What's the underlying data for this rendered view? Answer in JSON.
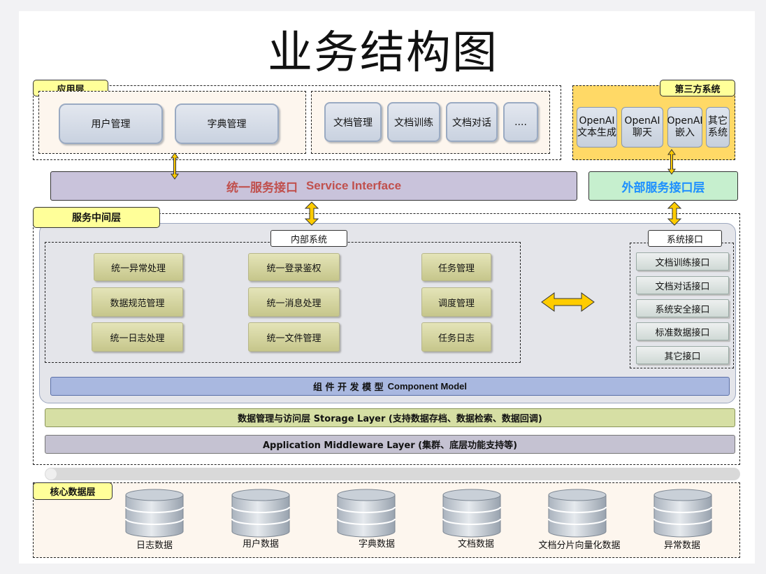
{
  "title": "业务结构图",
  "app_layer": {
    "tag": "应用层",
    "left_items": [
      "用户管理",
      "字典管理"
    ],
    "right_items": [
      "文档管理",
      "文档训练",
      "文档对话",
      "...."
    ]
  },
  "third_party": {
    "tag": "第三方系统",
    "items": [
      {
        "line1": "OpenAI",
        "line2": "文本生成"
      },
      {
        "line1": "OpenAI",
        "line2": "聊天"
      },
      {
        "line1": "OpenAI",
        "line2": "嵌入"
      },
      {
        "line1": "其它",
        "line2": "系统"
      }
    ]
  },
  "service_interface": {
    "cn": "统一服务接口",
    "en": "Service Interface"
  },
  "external_interface": "外部服务接口层",
  "middle_layer": {
    "tag": "服务中间层",
    "internal_label": "内部系统",
    "internal_items": [
      [
        "统一异常处理",
        "统一登录鉴权",
        "任务管理"
      ],
      [
        "数据规范管理",
        "统一消息处理",
        "调度管理"
      ],
      [
        "统一日志处理",
        "统一文件管理",
        "任务日志"
      ]
    ],
    "system_interface_label": "系统接口",
    "interfaces": [
      "文档训练接口",
      "文档对话接口",
      "系统安全接口",
      "标准数据接口",
      "其它接口"
    ],
    "component_model": {
      "cn": "组 件 开 发 模 型",
      "en": "Component Model"
    },
    "storage_layer": "数据管理与访问层 Storage Layer (支持数据存档、数据检索、数据回调)",
    "middleware_layer": "Application Middleware Layer (集群、底层功能支持等)"
  },
  "core_data": {
    "tag": "核心数据层",
    "items": [
      "日志数据",
      "用户数据",
      "字典数据",
      "文档数据",
      "文档分片向量化数据",
      "异常数据"
    ]
  },
  "colors": {
    "tag_yellow": "#ffff99",
    "service_interface_text": "#c0504d",
    "external_interface_text": "#1e90ff",
    "third_party_bg": "#ffd966",
    "component_model_bg": "#a9b8e0",
    "storage_bg": "#d6dfa4",
    "middleware_bg": "#c5c2d2",
    "arrow_fill": "#ffcc00"
  }
}
